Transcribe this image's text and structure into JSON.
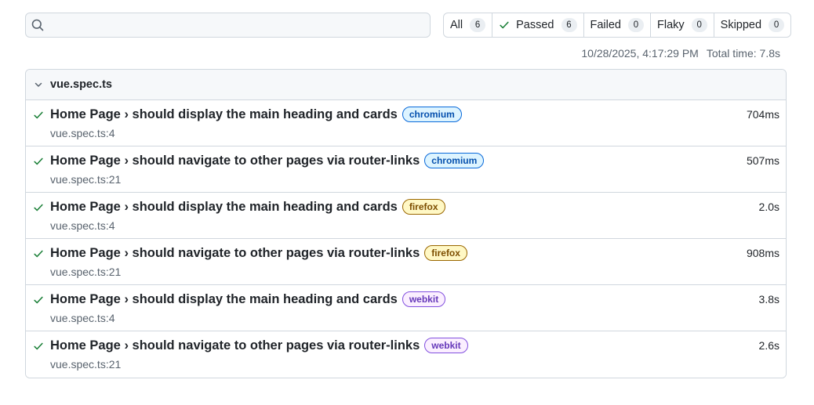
{
  "search": {
    "value": "",
    "placeholder": ""
  },
  "filters": [
    {
      "label": "All",
      "count": "6"
    },
    {
      "label": "Passed",
      "count": "6"
    },
    {
      "label": "Failed",
      "count": "0"
    },
    {
      "label": "Flaky",
      "count": "0"
    },
    {
      "label": "Skipped",
      "count": "0"
    }
  ],
  "meta": {
    "timestamp": "10/28/2025, 4:17:29 PM",
    "total_time": "Total time: 7.8s"
  },
  "file": {
    "name": "vue.spec.ts",
    "tests": [
      {
        "title": "Home Page › should display the main heading and cards",
        "project": "chromium",
        "location": "vue.spec.ts:4",
        "duration": "704ms",
        "status": "passed"
      },
      {
        "title": "Home Page › should navigate to other pages via router-links",
        "project": "chromium",
        "location": "vue.spec.ts:21",
        "duration": "507ms",
        "status": "passed"
      },
      {
        "title": "Home Page › should display the main heading and cards",
        "project": "firefox",
        "location": "vue.spec.ts:4",
        "duration": "2.0s",
        "status": "passed"
      },
      {
        "title": "Home Page › should navigate to other pages via router-links",
        "project": "firefox",
        "location": "vue.spec.ts:21",
        "duration": "908ms",
        "status": "passed"
      },
      {
        "title": "Home Page › should display the main heading and cards",
        "project": "webkit",
        "location": "vue.spec.ts:4",
        "duration": "3.8s",
        "status": "passed"
      },
      {
        "title": "Home Page › should navigate to other pages via router-links",
        "project": "webkit",
        "location": "vue.spec.ts:21",
        "duration": "2.6s",
        "status": "passed"
      }
    ]
  },
  "icons": {
    "search": "search-icon",
    "passed": "check-icon",
    "collapse": "chevron-down-icon"
  },
  "colors": {
    "passed": "#1a7f37",
    "chromium": "#0969da",
    "firefox": "#9a6700",
    "webkit": "#8250df"
  }
}
